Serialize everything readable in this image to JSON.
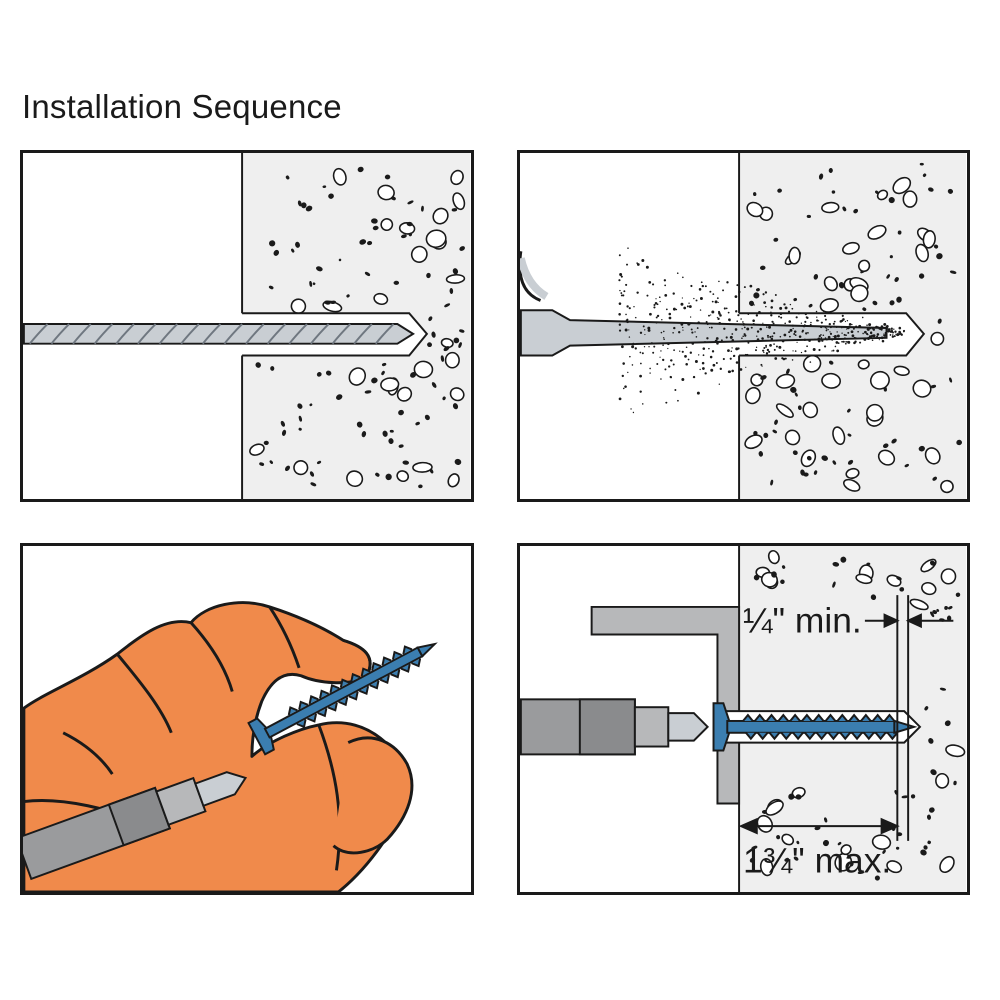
{
  "title": "Installation Sequence",
  "steps": [
    {
      "icon": "drill-bit-icon"
    },
    {
      "icon": "blow-out-nozzle-icon"
    },
    {
      "icon": "gloved-hand-screw-icon"
    },
    {
      "icon": "installed-screw-icon"
    }
  ],
  "dimensions": {
    "min_embed_label": "¼\" min.",
    "max_thickness_label": "1¾\" max."
  },
  "colors": {
    "concrete": "#efefef",
    "outline": "#1a1a1a",
    "glove": "#f08a4b",
    "screw": "#3b7eb0",
    "bit": "#c9ced3",
    "bracket": "#b7b8ba",
    "driver": "#9a9b9d"
  }
}
